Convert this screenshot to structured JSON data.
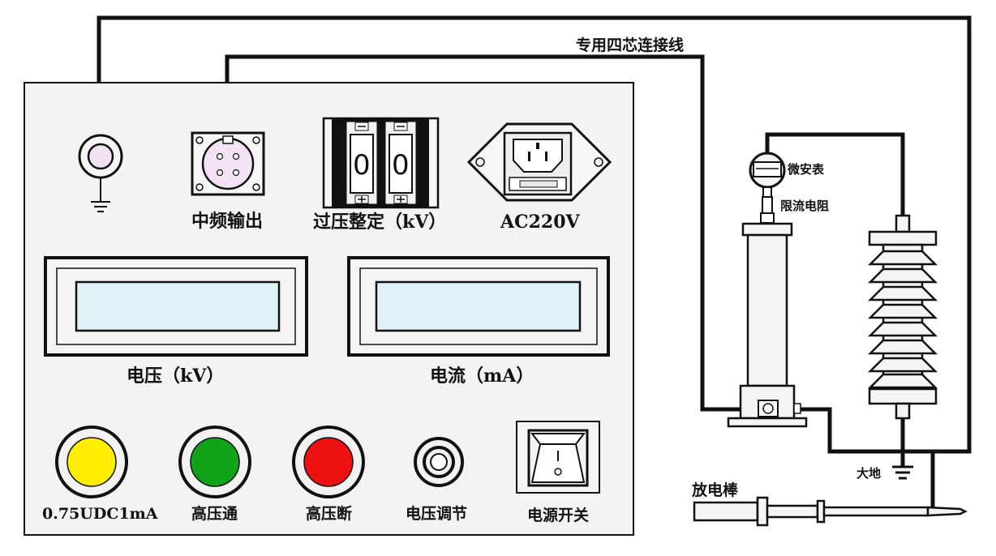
{
  "wire_label": "专用四芯连接线",
  "panel": {
    "ground_terminal_label": "",
    "output_connector_label": "中频输出",
    "overvoltage_label": "过压整定（kV）",
    "overvoltage_digits": [
      "0",
      "0"
    ],
    "power_socket_label": "AC220V",
    "voltage_display_label": "电压（kV）",
    "current_display_label": "电流（mA）",
    "buttons": {
      "yellow": "0.75UDC1mA",
      "green": "高压通",
      "red": "高压断",
      "knob": "电压调节",
      "switch": "电源开关"
    }
  },
  "test_setup": {
    "microammeter_label": "微安表",
    "resistor_label": "限流电阻",
    "ground_label": "大地",
    "discharge_rod_label": "放电棒"
  },
  "colors": {
    "yellow_button": "#ffee00",
    "green_button": "#11a319",
    "red_button": "#ee1111",
    "lcd_screen": "#dff2f8",
    "panel_bg": "#f3f3f3"
  }
}
